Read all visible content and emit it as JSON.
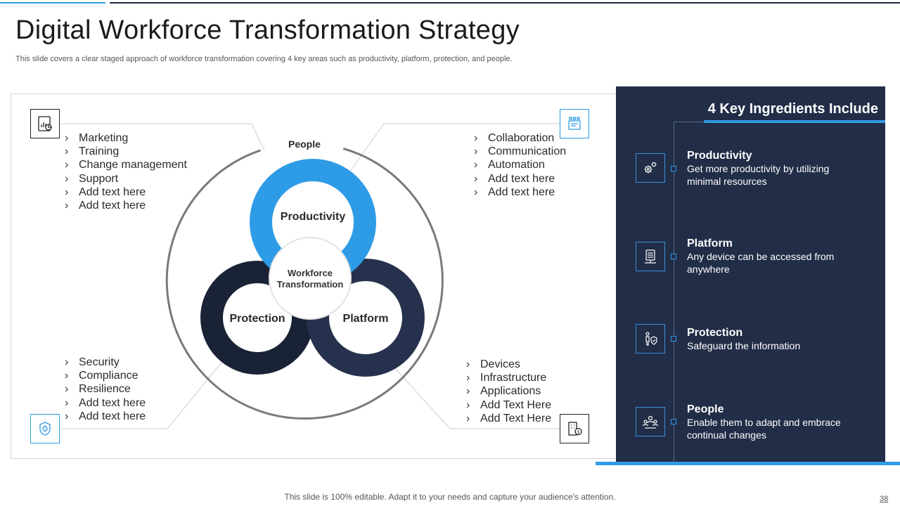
{
  "slide": {
    "title": "Digital Workforce Transformation Strategy",
    "subtitle": "This slide covers a clear staged approach of workforce transformation covering 4 key areas such as productivity, platform, protection, and people.",
    "footer": "This slide is 100% editable. Adapt it to your needs and capture your audience's attention.",
    "page_number": "38"
  },
  "diagram": {
    "outer_label": "People",
    "center_label_line1": "Workforce",
    "center_label_line2": "Transformation",
    "ring_productivity": "Productivity",
    "ring_protection": "Protection",
    "ring_platform": "Platform",
    "colors": {
      "productivity": "#2e9be6",
      "protection": "#1a2235",
      "platform": "#26324d",
      "accent": "#2e9be6"
    }
  },
  "lists": {
    "top_left": [
      "Marketing",
      "Training",
      "Change management",
      "Support",
      "Add text here",
      "Add text here"
    ],
    "top_right": [
      "Collaboration",
      "Communication",
      "Automation",
      "Add text here",
      "Add text here"
    ],
    "bottom_left": [
      "Security",
      "Compliance",
      "Resilience",
      "Add text here",
      "Add text here"
    ],
    "bottom_right": [
      "Devices",
      "Infrastructure",
      "Applications",
      "Add Text Here",
      "Add Text Here"
    ]
  },
  "icons": {
    "top_left": "chart-report-icon",
    "top_right": "dashboard-monitor-icon",
    "bottom_left": "shield-gear-icon",
    "bottom_right": "building-dollar-icon"
  },
  "key_ingredients": {
    "title": "4 Key Ingredients Include",
    "items": [
      {
        "title": "Productivity",
        "desc": "Get more productivity by utilizing minimal resources",
        "icon": "gears-icon"
      },
      {
        "title": "Platform",
        "desc": "Any device can be accessed from anywhere",
        "icon": "server-icon"
      },
      {
        "title": "Protection",
        "desc": "Safeguard the information",
        "icon": "person-shield-icon"
      },
      {
        "title": "People",
        "desc": "Enable them to adapt and embrace continual changes",
        "icon": "people-group-icon"
      }
    ]
  }
}
